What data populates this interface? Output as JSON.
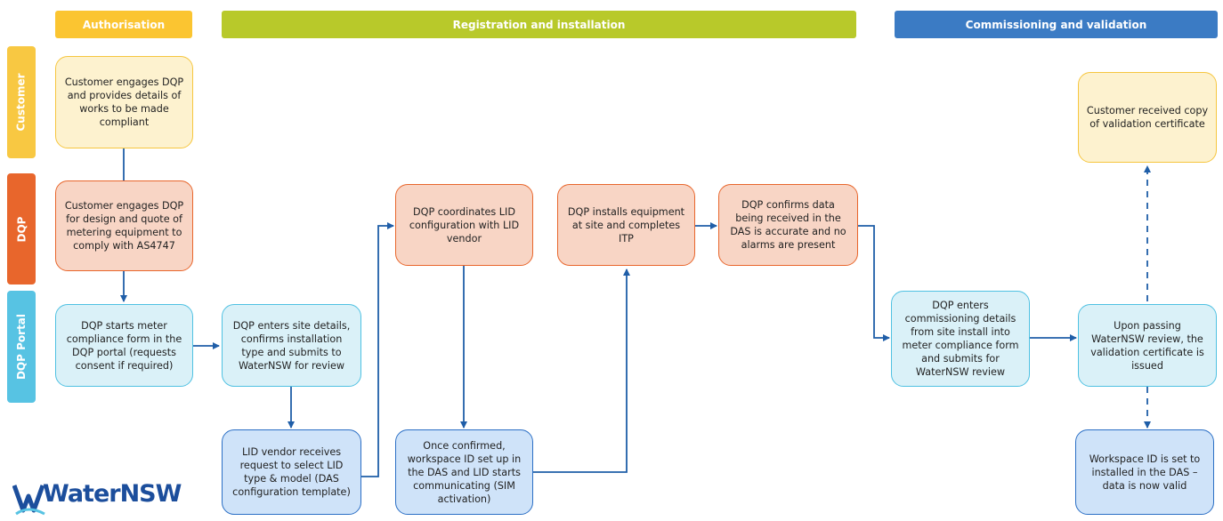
{
  "phases": {
    "authorisation": "Authorisation",
    "registration": "Registration and installation",
    "commissioning": "Commissioning and validation"
  },
  "lanes": {
    "customer": "Customer",
    "dqp": "DQP",
    "portal": "DQP Portal"
  },
  "boxes": {
    "cust_engages": "Customer engages DQP and provides details of works to be made compliant",
    "dqp_design": "Customer engages DQP for design and quote of metering equipment to comply with AS4747",
    "portal_start": "DQP starts meter compliance form in the DQP portal (requests consent if required)",
    "portal_site": "DQP enters site details, confirms installation type and submits to WaterNSW for review",
    "lid_receives": "LID vendor receives request to select LID type & model (DAS configuration template)",
    "dqp_coordinates": "DQP coordinates LID configuration with LID vendor",
    "lid_confirmed": "Once confirmed, workspace ID set up in the DAS and LID starts communicating (SIM activation)",
    "dqp_installs": "DQP installs equipment at site and completes ITP",
    "dqp_confirms": "DQP confirms data being received in the DAS is accurate and no alarms are present",
    "portal_commission": "DQP enters commissioning details from site install into meter compliance form and submits for WaterNSW review",
    "portal_pass": "Upon passing WaterNSW review, the validation certificate is issued",
    "cust_copy": "Customer received copy of validation certificate",
    "lid_workspace": "Workspace ID is set to installed in the DAS – data is now valid"
  },
  "logo": {
    "text": "WaterNSW"
  },
  "colors": {
    "authorisation": "#fbc531",
    "registration": "#b8c92a",
    "commissioning": "#3b7bc4",
    "customer_lane": "#f8c842",
    "dqp_lane": "#e8662c",
    "portal_lane": "#57c3e3",
    "arrow": "#1f5ea8"
  }
}
